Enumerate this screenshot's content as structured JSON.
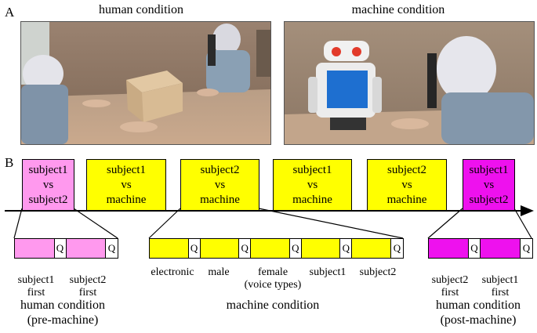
{
  "panel_a": {
    "letter": "A",
    "left_title": "human condition",
    "right_title": "machine condition"
  },
  "panel_b": {
    "letter": "B",
    "sessions": [
      {
        "line1": "subject1",
        "line2": "vs",
        "line3": "subject2",
        "color": "#ff99ee"
      },
      {
        "line1": "subject1",
        "line2": "vs",
        "line3": "machine",
        "color": "#ffff00"
      },
      {
        "line1": "subject2",
        "line2": "vs",
        "line3": "machine",
        "color": "#ffff00"
      },
      {
        "line1": "subject1",
        "line2": "vs",
        "line3": "machine",
        "color": "#ffff00"
      },
      {
        "line1": "subject2",
        "line2": "vs",
        "line3": "machine",
        "color": "#ffff00"
      },
      {
        "line1": "subject1",
        "line2": "vs",
        "line3": "subject2",
        "color": "#ee11ee"
      }
    ],
    "q_label": "Q",
    "pre_machine": {
      "labels": [
        "subject1\nfirst",
        "subject2\nfirst"
      ],
      "caption_line1": "human condition",
      "caption_line2": "(pre-machine)"
    },
    "machine": {
      "labels": [
        "electronic",
        "male",
        "female\n(voice types)",
        "subject1",
        "subject2"
      ],
      "caption": "machine condition"
    },
    "post_machine": {
      "labels": [
        "subject2\nfirst",
        "subject1\nfirst"
      ],
      "caption_line1": "human condition",
      "caption_line2": "(post-machine)"
    }
  }
}
